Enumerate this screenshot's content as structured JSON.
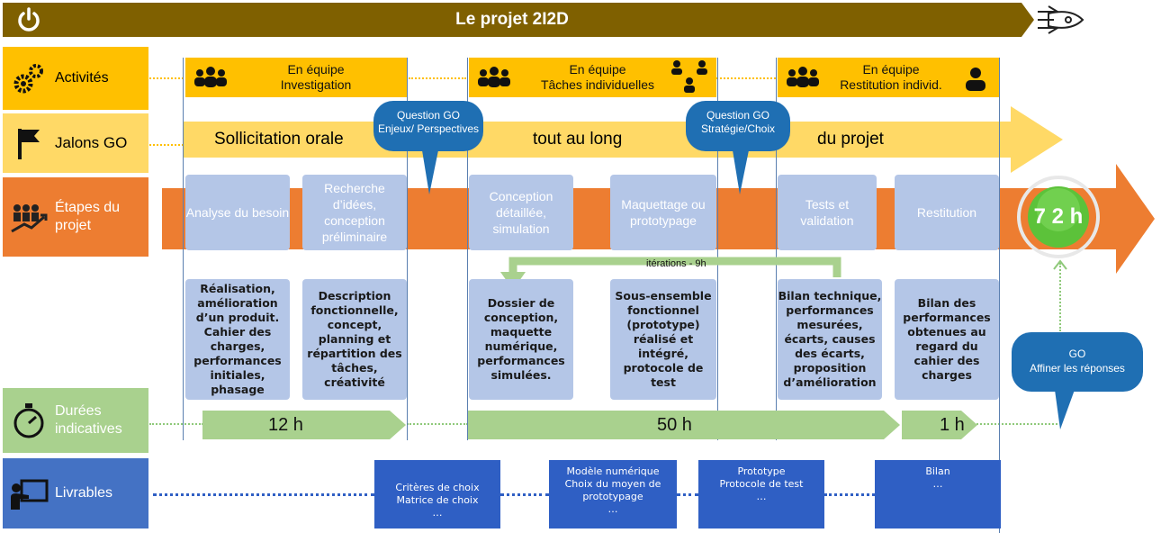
{
  "title": "Le projet 2I2D",
  "rows": {
    "activites": "Activités",
    "jalons": "Jalons GO",
    "etapes": "Étapes du projet",
    "durees": "Durées indicatives",
    "livrables": "Livrables"
  },
  "activities": [
    {
      "line1": "En équipe",
      "line2": "Investigation"
    },
    {
      "line1": "En équipe",
      "line2": "Tâches individuelles"
    },
    {
      "line1": "En équipe",
      "line2": "Restitution individ."
    }
  ],
  "jalons": {
    "t1": "Sollicitation orale",
    "t2": "tout au long",
    "t3": "du projet"
  },
  "questions": [
    {
      "line1": "Question GO",
      "line2": "Enjeux/ Perspectives"
    },
    {
      "line1": "Question GO",
      "line2": "Stratégie/Choix"
    }
  ],
  "stages": [
    "Analyse du besoin",
    "Recherche d’idées, conception préliminaire",
    "Conception détaillée, simulation",
    "Maquettage ou prototypage",
    "Tests et validation",
    "Restitution"
  ],
  "total": "7 2 h",
  "iterations": "itérations - 9h",
  "descriptions": [
    "Réalisation, amélioration d’un produit. Cahier des charges, performances initiales, phasage",
    "Description fonctionnelle, concept, planning et répartition des tâches, créativité",
    "Dossier de conception, maquette numérique, performances simulées.",
    "Sous-ensemble fonctionnel (prototype) réalisé et intégré, protocole de test",
    "Bilan technique, performances mesurées, écarts, causes des écarts, proposition d’amélioration",
    "Bilan des performances obtenues au regard du cahier des charges"
  ],
  "go_final": {
    "line1": "GO",
    "line2": "Affiner les réponses"
  },
  "durations": [
    "12 h",
    "50 h",
    "1 h"
  ],
  "deliverables": [
    {
      "l1": "Critères de choix",
      "l2": "Matrice de choix",
      "l3": "…"
    },
    {
      "l1": "Modèle numérique",
      "l2": "Choix du moyen de prototypage",
      "l3": "…"
    },
    {
      "l1": "Prototype",
      "l2": "Protocole de test",
      "l3": "…"
    },
    {
      "l1": "Bilan",
      "l2": "…",
      "l3": ""
    }
  ],
  "colors": {
    "title": "#7f6000",
    "activites": "#ffc000",
    "jalons": "#ffd966",
    "etapes": "#ed7d31",
    "durees": "#a9d18e",
    "livrables": "#4472c4"
  }
}
